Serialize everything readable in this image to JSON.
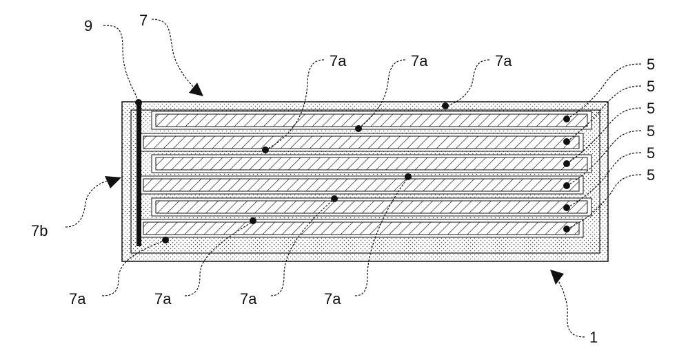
{
  "figure": {
    "references": {
      "body_1": "1",
      "element_5": "5",
      "element_7": "7",
      "portion_7a": "7a",
      "portion_7b": "7b",
      "element_9": "9"
    }
  },
  "colors": {
    "stroke": "#111111",
    "dot_fill": "#b3b3b3",
    "background": "#ffffff"
  }
}
